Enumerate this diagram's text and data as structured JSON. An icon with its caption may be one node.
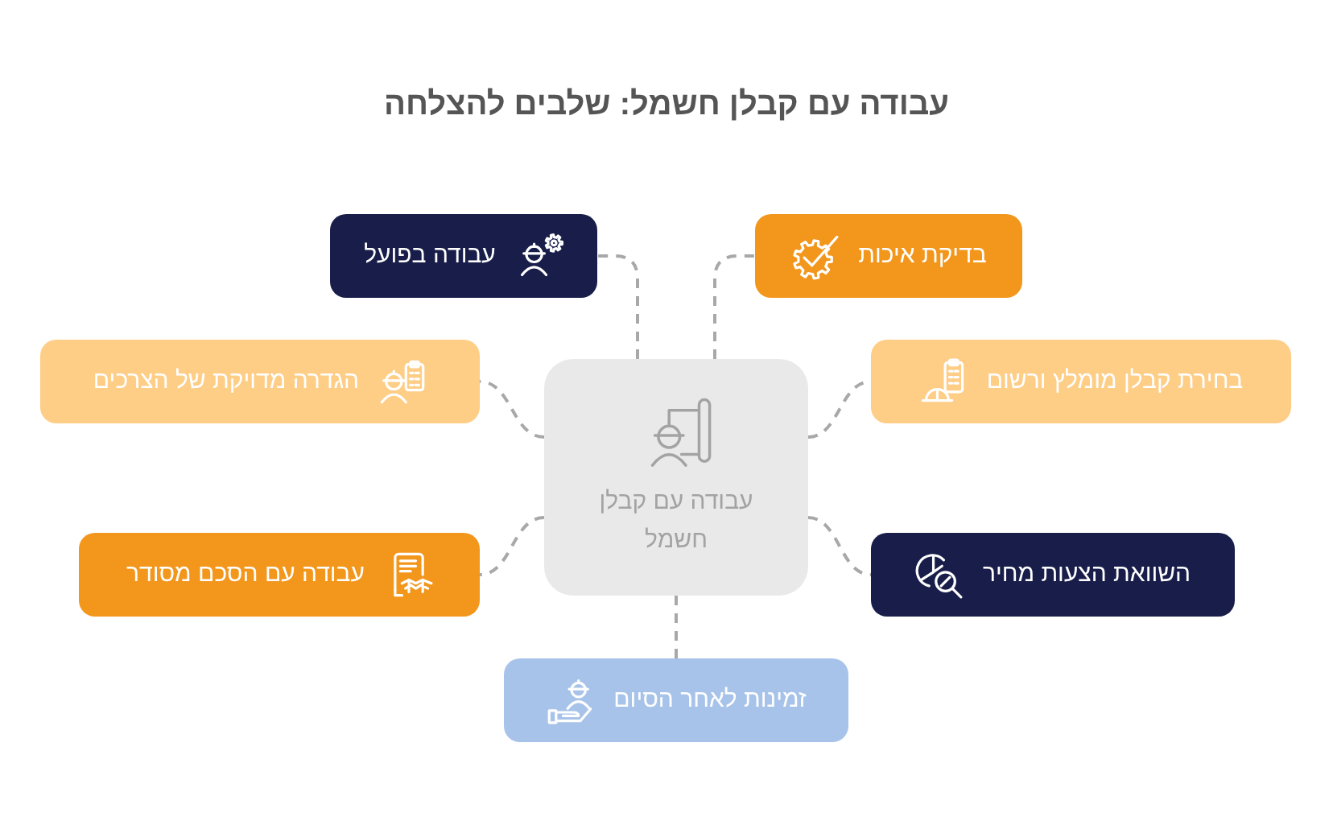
{
  "diagram": {
    "title": "עבודה עם קבלן חשמל: שלבים להצלחה",
    "nodes": [
      {
        "text": [
          "עבודה עם קבלן חשמל"
        ]
      },
      {
        "text": [
          "בדיקת איכות"
        ]
      },
      {
        "text": [
          "עבודה בפועל"
        ]
      },
      {
        "text": [
          "בחירת קבלן מומלץ ורשום"
        ]
      },
      {
        "text": [
          "הגדרה מדויקת של הצרכים"
        ]
      },
      {
        "text": [
          "השוואת הצעות מחיר"
        ]
      },
      {
        "text": [
          "עבודה עם הסכם מסודר"
        ]
      },
      {
        "text": [
          "זמינות לאחר הסיום"
        ]
      }
    ],
    "edges": [
      {
        "from": 0,
        "to": 1,
        "arrow": "none",
        "style": "dashed"
      },
      {
        "from": 0,
        "to": 2,
        "arrow": "none",
        "style": "dashed"
      },
      {
        "from": 0,
        "to": 3,
        "arrow": "none",
        "style": "dashed"
      },
      {
        "from": 0,
        "to": 4,
        "arrow": "none",
        "style": "dashed"
      },
      {
        "from": 0,
        "to": 5,
        "arrow": "none",
        "style": "dashed"
      },
      {
        "from": 0,
        "to": 6,
        "arrow": "none",
        "style": "dashed"
      },
      {
        "from": 0,
        "to": 7,
        "arrow": "none",
        "style": "dashed"
      }
    ]
  }
}
